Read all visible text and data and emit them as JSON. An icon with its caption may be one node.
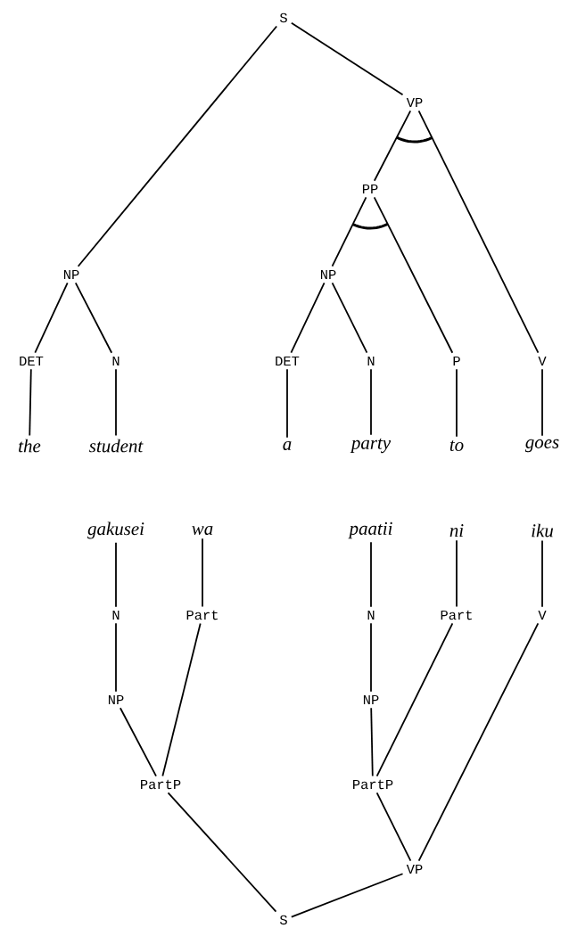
{
  "diagram": {
    "nodes": [
      {
        "text": [
          "S"
        ]
      },
      {
        "text": [
          "VP"
        ]
      },
      {
        "text": [
          "PP"
        ]
      },
      {
        "text": [
          "NP"
        ]
      },
      {
        "text": [
          "NP"
        ]
      },
      {
        "text": [
          "DET"
        ]
      },
      {
        "text": [
          "N"
        ]
      },
      {
        "text": [
          "DET"
        ]
      },
      {
        "text": [
          "N"
        ]
      },
      {
        "text": [
          "P"
        ]
      },
      {
        "text": [
          "V"
        ]
      },
      {
        "text": [
          "the"
        ]
      },
      {
        "text": [
          "student"
        ]
      },
      {
        "text": [
          "a"
        ]
      },
      {
        "text": [
          "party"
        ]
      },
      {
        "text": [
          "to"
        ]
      },
      {
        "text": [
          "goes"
        ]
      },
      {
        "text": [
          "gakusei"
        ]
      },
      {
        "text": [
          "wa"
        ]
      },
      {
        "text": [
          "paatii"
        ]
      },
      {
        "text": [
          "ni"
        ]
      },
      {
        "text": [
          "iku"
        ]
      },
      {
        "text": [
          "N"
        ]
      },
      {
        "text": [
          "Part"
        ]
      },
      {
        "text": [
          "N"
        ]
      },
      {
        "text": [
          "Part"
        ]
      },
      {
        "text": [
          "V"
        ]
      },
      {
        "text": [
          "NP"
        ]
      },
      {
        "text": [
          "NP"
        ]
      },
      {
        "text": [
          "PartP"
        ]
      },
      {
        "text": [
          "PartP"
        ]
      },
      {
        "text": [
          "VP"
        ]
      },
      {
        "text": [
          "S"
        ]
      }
    ],
    "edges": [
      {
        "from": 0,
        "to": 3,
        "arrow": "none"
      },
      {
        "from": 0,
        "to": 1,
        "arrow": "none"
      },
      {
        "from": 1,
        "to": 2,
        "arrow": "none"
      },
      {
        "from": 1,
        "to": 10,
        "arrow": "none"
      },
      {
        "from": 2,
        "to": 4,
        "arrow": "none"
      },
      {
        "from": 2,
        "to": 9,
        "arrow": "none"
      },
      {
        "from": 3,
        "to": 5,
        "arrow": "none"
      },
      {
        "from": 3,
        "to": 6,
        "arrow": "none"
      },
      {
        "from": 4,
        "to": 7,
        "arrow": "none"
      },
      {
        "from": 4,
        "to": 8,
        "arrow": "none"
      },
      {
        "from": 5,
        "to": 11,
        "arrow": "none"
      },
      {
        "from": 6,
        "to": 12,
        "arrow": "none"
      },
      {
        "from": 7,
        "to": 13,
        "arrow": "none"
      },
      {
        "from": 8,
        "to": 14,
        "arrow": "none"
      },
      {
        "from": 9,
        "to": 15,
        "arrow": "none"
      },
      {
        "from": 10,
        "to": 16,
        "arrow": "none"
      },
      {
        "from": 32,
        "to": 29,
        "arrow": "none"
      },
      {
        "from": 32,
        "to": 31,
        "arrow": "none"
      },
      {
        "from": 31,
        "to": 30,
        "arrow": "none"
      },
      {
        "from": 31,
        "to": 26,
        "arrow": "none"
      },
      {
        "from": 29,
        "to": 27,
        "arrow": "none"
      },
      {
        "from": 29,
        "to": 23,
        "arrow": "none"
      },
      {
        "from": 30,
        "to": 28,
        "arrow": "none"
      },
      {
        "from": 30,
        "to": 25,
        "arrow": "none"
      },
      {
        "from": 27,
        "to": 22,
        "arrow": "none"
      },
      {
        "from": 28,
        "to": 24,
        "arrow": "none"
      },
      {
        "from": 22,
        "to": 17,
        "arrow": "none"
      },
      {
        "from": 23,
        "to": 18,
        "arrow": "none"
      },
      {
        "from": 24,
        "to": 19,
        "arrow": "none"
      },
      {
        "from": 25,
        "to": 20,
        "arrow": "none"
      },
      {
        "from": 26,
        "to": 21,
        "arrow": "none"
      }
    ]
  }
}
